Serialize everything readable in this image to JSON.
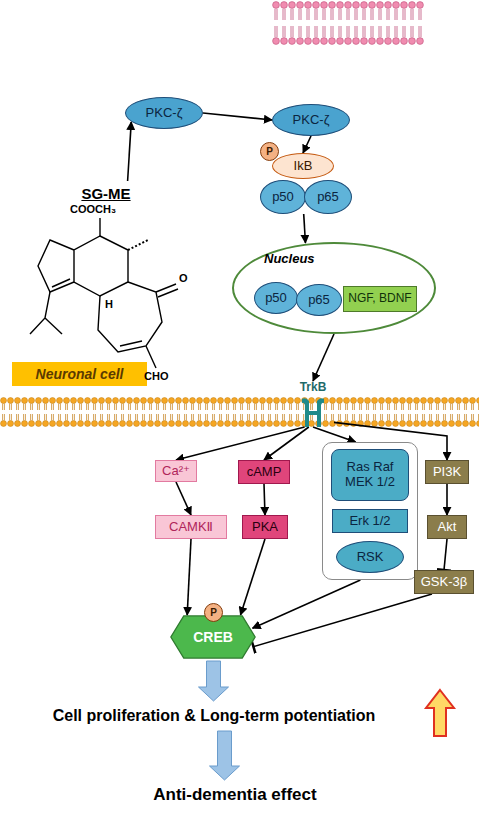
{
  "diagram": {
    "nodes": [
      {
        "text": [
          "SG-ME"
        ]
      },
      {
        "text": [
          "PKC-ζ"
        ]
      },
      {
        "text": [
          "PKC-ζ"
        ]
      },
      {
        "text": [
          "IkB"
        ]
      },
      {
        "text": [
          "P"
        ]
      },
      {
        "text": [
          "p50"
        ]
      },
      {
        "text": [
          "p65"
        ]
      },
      {
        "text": [
          "Nucleus"
        ]
      },
      {
        "text": [
          "p50"
        ],
        "in": 7
      },
      {
        "text": [
          "p65"
        ],
        "in": 7
      },
      {
        "text": [
          "NGF, BDNF"
        ],
        "in": 7
      },
      {
        "text": [
          "Neuronal cell"
        ]
      },
      {
        "text": [
          "TrkB"
        ]
      },
      {
        "text": [
          "Ca²⁺"
        ]
      },
      {
        "text": [
          "CAMKⅡ"
        ]
      },
      {
        "text": [
          "cAMP"
        ]
      },
      {
        "text": [
          "PKA"
        ]
      },
      {
        "text": []
      },
      {
        "text": [
          "Ras Raf MEK 1/2"
        ],
        "in": 17
      },
      {
        "text": [
          "Erk 1/2"
        ],
        "in": 17
      },
      {
        "text": [
          "RSK"
        ],
        "in": 17
      },
      {
        "text": [
          "PI3K"
        ]
      },
      {
        "text": [
          "Akt"
        ]
      },
      {
        "text": [
          "GSK-3β"
        ]
      },
      {
        "text": [
          "CREB"
        ]
      },
      {
        "text": [
          "P"
        ]
      },
      {
        "text": [
          "Cell proliferation & Long-term potentiation"
        ]
      },
      {
        "text": [
          "Anti-dementia effect"
        ]
      }
    ],
    "edges": [
      {
        "from": 0,
        "to": 1,
        "arrow": "to"
      },
      {
        "from": 1,
        "to": 2,
        "arrow": "to"
      },
      {
        "from": 2,
        "to": 3,
        "arrow": "to"
      },
      {
        "from": 5,
        "to": 7,
        "arrow": "to"
      },
      {
        "from": 7,
        "to": 12,
        "arrow": "to"
      },
      {
        "from": 12,
        "to": 13,
        "arrow": "to"
      },
      {
        "from": 12,
        "to": 15,
        "arrow": "to"
      },
      {
        "from": 12,
        "to": 17,
        "arrow": "to"
      },
      {
        "from": 12,
        "to": 21,
        "arrow": "to"
      },
      {
        "from": 13,
        "to": 14,
        "arrow": "to"
      },
      {
        "from": 15,
        "to": 16,
        "arrow": "to"
      },
      {
        "from": 21,
        "to": 22,
        "arrow": "to"
      },
      {
        "from": 22,
        "to": 23,
        "arrow": "to"
      },
      {
        "from": 14,
        "to": 24,
        "arrow": "to"
      },
      {
        "from": 16,
        "to": 24,
        "arrow": "to"
      },
      {
        "from": 17,
        "to": 24,
        "arrow": "to"
      },
      {
        "from": 23,
        "to": 24,
        "arrow": "to"
      },
      {
        "from": 24,
        "to": 26,
        "arrow": "to"
      },
      {
        "from": 26,
        "to": 27,
        "arrow": "to"
      }
    ],
    "labels": [
      "COOCH₃",
      "H",
      "O",
      "CHO"
    ]
  }
}
